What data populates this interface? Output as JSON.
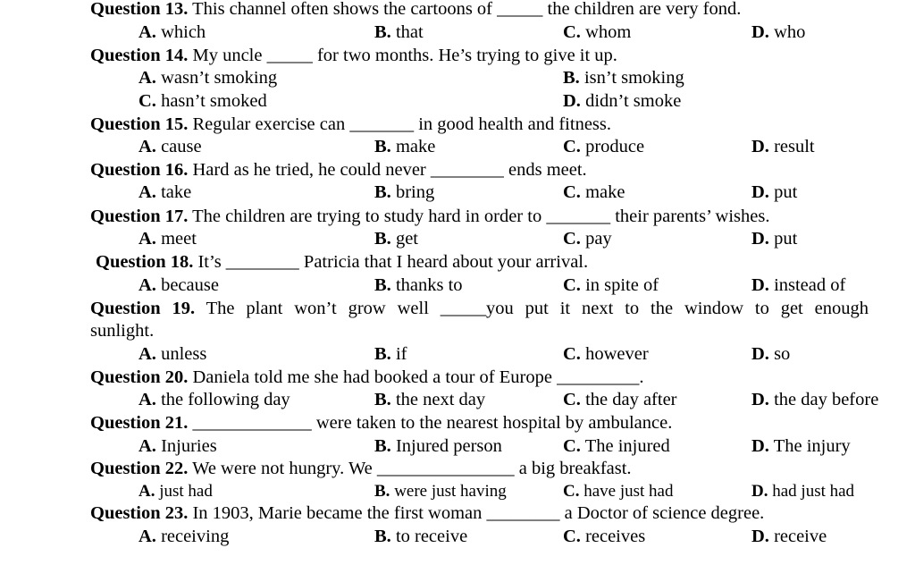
{
  "questions": [
    {
      "label": "Question 13.",
      "text": " This channel often shows the cartoons of _____ the children are very fond.",
      "options": [
        {
          "letter": "A.",
          "text": " which"
        },
        {
          "letter": "B.",
          "text": " that"
        },
        {
          "letter": "C.",
          "text": " whom"
        },
        {
          "letter": "D.",
          "text": " who"
        }
      ]
    },
    {
      "label": "Question 14.",
      "text": " My uncle _____ for two months. He’s trying to give it up.",
      "options": [
        {
          "letter": "A.",
          "text": " wasn’t smoking"
        },
        {
          "letter": "B.",
          "text": " isn’t smoking"
        },
        {
          "letter": "C.",
          "text": " hasn’t smoked"
        },
        {
          "letter": "D.",
          "text": " didn’t smoke"
        }
      ]
    },
    {
      "label": "Question 15.",
      "text": " Regular exercise can _______ in good health and fitness.",
      "options": [
        {
          "letter": "A.",
          "text": " cause"
        },
        {
          "letter": "B.",
          "text": " make"
        },
        {
          "letter": "C.",
          "text": " produce"
        },
        {
          "letter": "D.",
          "text": " result"
        }
      ]
    },
    {
      "label": "Question 16.",
      "text": " Hard as he tried, he could never ________ ends meet.",
      "options": [
        {
          "letter": "A.",
          "text": " take"
        },
        {
          "letter": "B.",
          "text": " bring"
        },
        {
          "letter": "C.",
          "text": " make"
        },
        {
          "letter": "D.",
          "text": " put"
        }
      ]
    },
    {
      "label": "Question 17.",
      "text": " The children are trying to study hard in order to _______ their parents’ wishes.",
      "options": [
        {
          "letter": "A.",
          "text": " meet"
        },
        {
          "letter": "B.",
          "text": " get"
        },
        {
          "letter": "C.",
          "text": " pay"
        },
        {
          "letter": "D.",
          "text": " put"
        }
      ]
    },
    {
      "label": "Question 18.",
      "text": " It’s ________ Patricia that I heard about your arrival.",
      "options": [
        {
          "letter": "A.",
          "text": " because"
        },
        {
          "letter": "B.",
          "text": " thanks to"
        },
        {
          "letter": "C.",
          "text": " in spite of"
        },
        {
          "letter": "D.",
          "text": " instead of"
        }
      ]
    },
    {
      "label": "Question 19.",
      "text": " The plant won’t grow well _____you put it next to the window to get enough",
      "continuation": "sunlight.",
      "options": [
        {
          "letter": "A.",
          "text": " unless"
        },
        {
          "letter": "B.",
          "text": " if"
        },
        {
          "letter": "C.",
          "text": " however"
        },
        {
          "letter": "D.",
          "text": " so"
        }
      ]
    },
    {
      "label": "Question 20.",
      "text": " Daniela told me she had booked a tour of Europe _________.",
      "options": [
        {
          "letter": "A.",
          "text": " the following day"
        },
        {
          "letter": "B.",
          "text": " the next day"
        },
        {
          "letter": "C.",
          "text": " the day after"
        },
        {
          "letter": "D.",
          "text": " the day before"
        }
      ]
    },
    {
      "label": "Question 21.",
      "text": " _____________ were taken to the nearest hospital by ambulance.",
      "options": [
        {
          "letter": "A.",
          "text": " Injuries"
        },
        {
          "letter": "B.",
          "text": " Injured person"
        },
        {
          "letter": "C.",
          "text": " The injured"
        },
        {
          "letter": "D.",
          "text": " The injury"
        }
      ]
    },
    {
      "label": "Question 22.",
      "text": " We were not hungry. We _______________ a big breakfast.",
      "options": [
        {
          "letter": "A.",
          "text": " just had"
        },
        {
          "letter": "B.",
          "text": " were just having"
        },
        {
          "letter": "C.",
          "text": " have just had"
        },
        {
          "letter": "D.",
          "text": " had just had"
        }
      ]
    },
    {
      "label": "Question 23.",
      "text": " In 1903, Marie became the first woman ________ a Doctor of science degree.",
      "options": [
        {
          "letter": "A.",
          "text": " receiving"
        },
        {
          "letter": "B.",
          "text": " to receive"
        },
        {
          "letter": "C.",
          "text": " receives"
        },
        {
          "letter": "D.",
          "text": " receive"
        }
      ]
    }
  ]
}
